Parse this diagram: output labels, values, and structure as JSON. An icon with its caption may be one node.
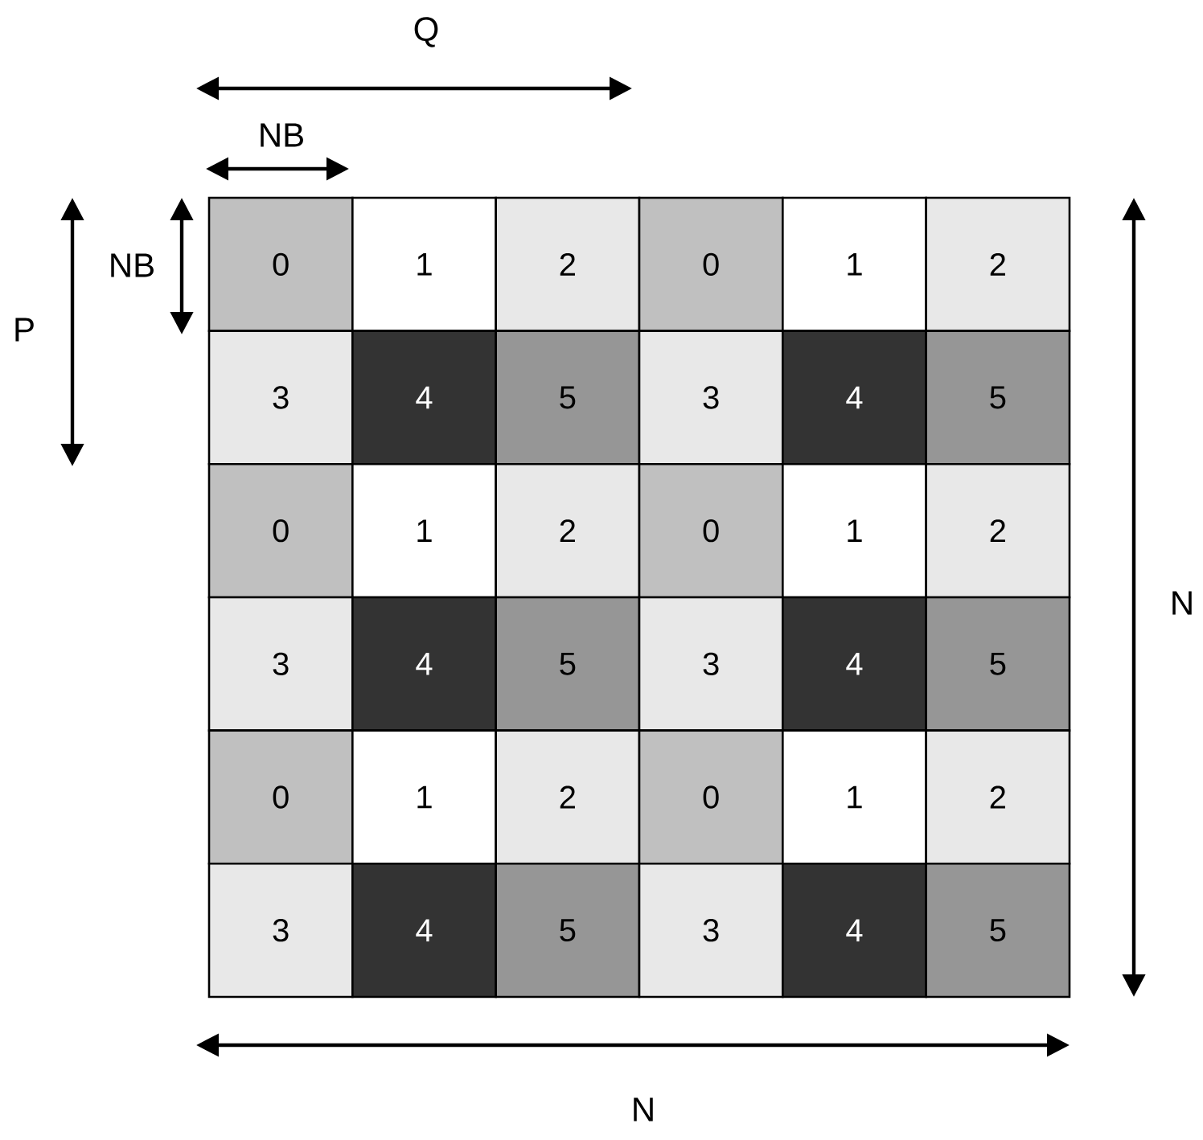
{
  "diagram": {
    "nodes": [
      {
        "text": [
          "0"
        ]
      },
      {
        "text": [
          "1"
        ]
      },
      {
        "text": [
          "2"
        ]
      },
      {
        "text": [
          "0"
        ]
      },
      {
        "text": [
          "1"
        ]
      },
      {
        "text": [
          "2"
        ]
      },
      {
        "text": [
          "3"
        ]
      },
      {
        "text": [
          "4"
        ]
      },
      {
        "text": [
          "5"
        ]
      },
      {
        "text": [
          "3"
        ]
      },
      {
        "text": [
          "4"
        ]
      },
      {
        "text": [
          "5"
        ]
      },
      {
        "text": [
          "0"
        ]
      },
      {
        "text": [
          "1"
        ]
      },
      {
        "text": [
          "2"
        ]
      },
      {
        "text": [
          "0"
        ]
      },
      {
        "text": [
          "1"
        ]
      },
      {
        "text": [
          "2"
        ]
      },
      {
        "text": [
          "3"
        ]
      },
      {
        "text": [
          "4"
        ]
      },
      {
        "text": [
          "5"
        ]
      },
      {
        "text": [
          "3"
        ]
      },
      {
        "text": [
          "4"
        ]
      },
      {
        "text": [
          "5"
        ]
      },
      {
        "text": [
          "0"
        ]
      },
      {
        "text": [
          "1"
        ]
      },
      {
        "text": [
          "2"
        ]
      },
      {
        "text": [
          "0"
        ]
      },
      {
        "text": [
          "1"
        ]
      },
      {
        "text": [
          "2"
        ]
      },
      {
        "text": [
          "3"
        ]
      },
      {
        "text": [
          "4"
        ]
      },
      {
        "text": [
          "5"
        ]
      },
      {
        "text": [
          "3"
        ]
      },
      {
        "text": [
          "4"
        ]
      },
      {
        "text": [
          "5"
        ]
      }
    ],
    "labels": [
      "Q",
      "NB",
      "NB",
      "P",
      "N",
      "N"
    ]
  }
}
